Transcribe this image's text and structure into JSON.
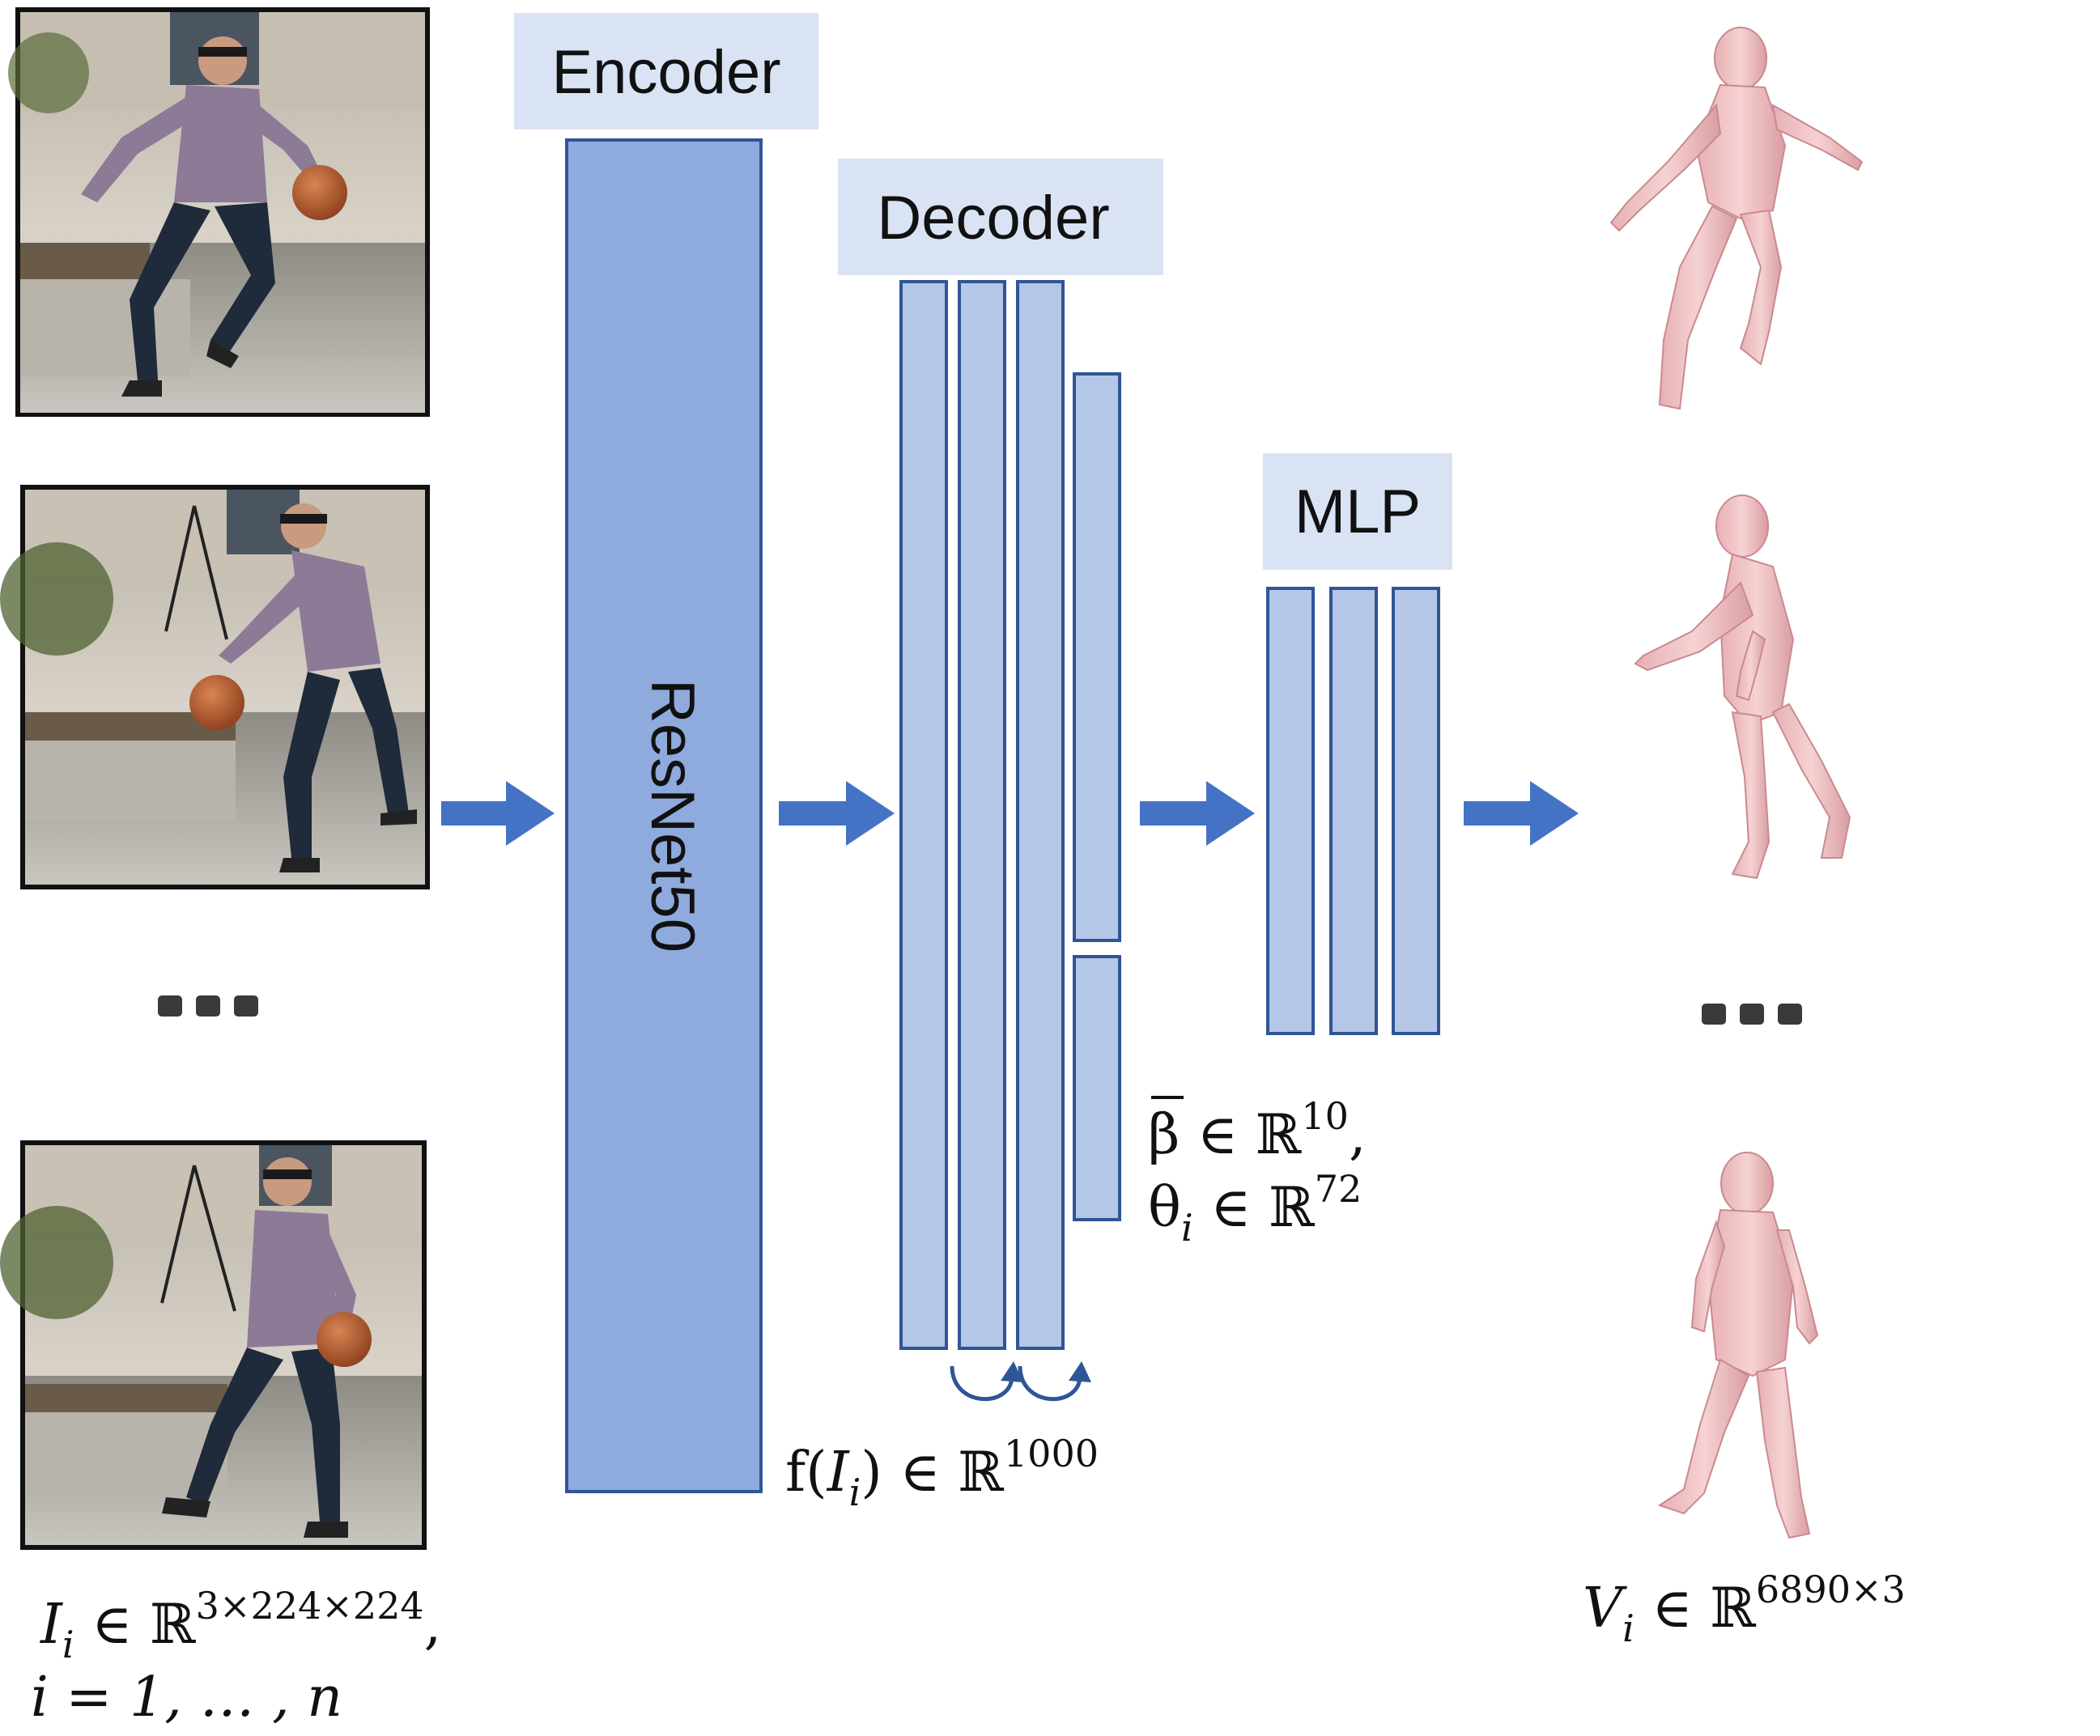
{
  "encoder": {
    "title": "Encoder",
    "inner_label": "ResNet50"
  },
  "decoder": {
    "title": "Decoder"
  },
  "mlp": {
    "title": "MLP"
  },
  "inputs": {
    "images": [
      {
        "icon": "person-dribbling-basketball-photo"
      },
      {
        "icon": "person-dribbling-basketball-photo"
      },
      {
        "icon": "person-dribbling-basketball-photo"
      }
    ],
    "ellipsis": "…",
    "label_line1": {
      "var": "I",
      "sub": "i",
      "rel": " ∈  ℝ",
      "sup": "3×224×224",
      "tail": ","
    },
    "label_line2": "i = 1, … , n"
  },
  "features": {
    "label": {
      "prefix": "f(",
      "var": "I",
      "sub": "i",
      "rel": ") ∈  ℝ",
      "sup": "1000"
    }
  },
  "params": {
    "beta": {
      "sym": "β",
      "rel": " ∈ ℝ",
      "sup": "10",
      "tail": ","
    },
    "theta": {
      "sym": "θ",
      "sub": "i",
      "rel": " ∈ ℝ",
      "sup": "72"
    }
  },
  "outputs": {
    "meshes": [
      {
        "icon": "human-body-mesh"
      },
      {
        "icon": "human-body-mesh"
      },
      {
        "icon": "human-body-mesh"
      }
    ],
    "ellipsis": "…",
    "label": {
      "var": "V",
      "sub": "i",
      "rel": " ∈ ℝ",
      "sup": "6890×3"
    }
  },
  "colors": {
    "arrow": "#4472c4",
    "encoder_fill": "#8faadc",
    "layer_fill": "#b4c7e7",
    "layer_stroke": "#2f5597",
    "title_bg": "#dae3f3",
    "mesh_fill": "#f2c4c6",
    "mesh_shade": "#d99ea2"
  }
}
